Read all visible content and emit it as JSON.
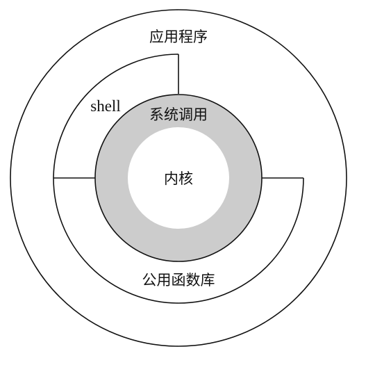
{
  "labels": {
    "applications": "应用程序",
    "shell": "shell",
    "system_calls": "系统调用",
    "kernel": "内核",
    "library_routines": "公用函数库"
  },
  "colors": {
    "line": "#111111",
    "system_call_ring": "#cccccc",
    "background": "#ffffff"
  }
}
